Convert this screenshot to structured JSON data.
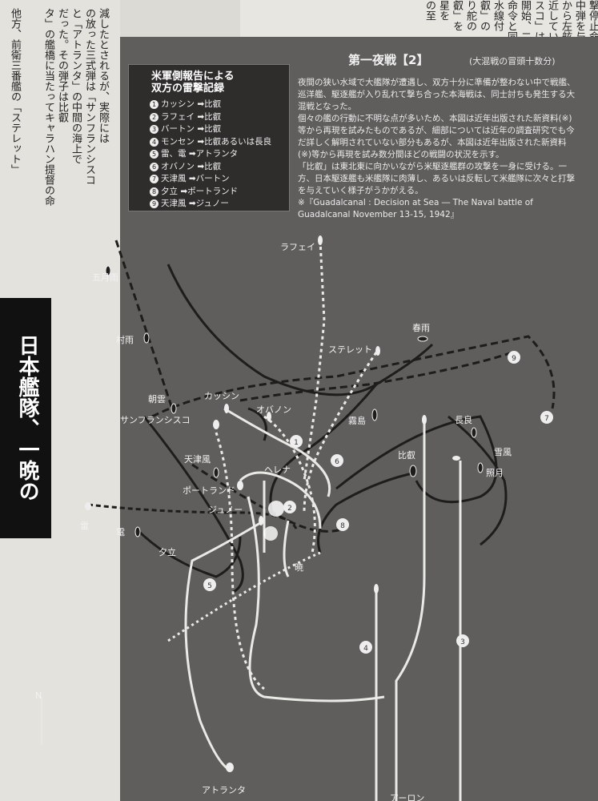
{
  "right_column_text": [
    "撃停止命令が出",
    "中弾を与える",
    "から左舷約",
    "近していた",
    "スコ」は、",
    "開始、二",
    "命令と同",
    "水線付",
    "叡」の",
    "り舵の",
    "叡」を",
    "星を",
    "の至"
  ],
  "left_column_text": [
    "減したとされるが、実際には",
    "の放った三式弾は「サンフランシスコ",
    "と「アトランタ」の中間の海上で",
    "だった。その弾子は比叡",
    "タ」の艦橋に当たってキャラハン提督の命",
    "他方、前衛三番艦の「ステレット」"
  ],
  "vertical_banner": "日本艦隊、一晩の",
  "title": "第一夜戦【2】",
  "title_sub": "(大混戦の冒頭十数分)",
  "description": [
    "夜間の狭い水域で大艦隊が遭遇し、双方十分に準備が整わない中で戦艦、巡洋艦、駆逐艦が入り乱れて撃ち合った本海戦は、同士討ちも発生する大混戦となった。",
    "個々の艦の行動に不明な点が多いため、本図は近年出版された新資料(※)等から再現を試みたものであるが、細部については近年の調査研究でも今だ詳しく解明されていない部分もあるが、本図は近年出版された新資料(※)等から再現を試み数分間ほどの戦闘の状況を示す。",
    "「比叡」は東北東に向かいながら米駆逐艦群の攻撃を一身に受ける。一方、日本駆逐艦も米艦隊に肉薄し、あるいは反転して米艦隊に次々と打撃を与えていく様子がうかがえる。",
    "※『Guadalcanal : Decision at Sea ― The Naval battle of Guadalcanal November 13-15, 1942』"
  ],
  "legend": {
    "title_line1": "米軍側報告による",
    "title_line2": "双方の雷撃記録",
    "items": [
      {
        "num": "1",
        "text": "カッシン ➡比叡"
      },
      {
        "num": "2",
        "text": "ラフェイ ➡比叡"
      },
      {
        "num": "3",
        "text": "バートン ➡比叡"
      },
      {
        "num": "4",
        "text": "モンセン ➡比叡あるいは長良"
      },
      {
        "num": "5",
        "text": "雷、電 ➡アトランタ"
      },
      {
        "num": "6",
        "text": "オバノン ➡比叡"
      },
      {
        "num": "7",
        "text": "天津風 ➡バートン"
      },
      {
        "num": "8",
        "text": "夕立 ➡ポートランド"
      },
      {
        "num": "9",
        "text": "天津風 ➡ジュノー"
      }
    ]
  },
  "ships": {
    "satsukiame": "五月雨",
    "murasame": "村雨",
    "asagumo": "朝雲",
    "sanfrancisco": "サンフランシスコ",
    "cassin": "カッシン",
    "obanon": "オバノン",
    "laffey": "ラフェイ",
    "sterett": "ステレット",
    "harusame": "春雨",
    "kirishima": "霧島",
    "nagara": "長良",
    "yukikaze": "雪風",
    "teruzuki": "照月",
    "hiei": "比叡",
    "amatsukaze": "天津風",
    "helena": "ヘレナ",
    "portland": "ポートランド",
    "juneau": "ジュノー",
    "ikazuchi": "雷",
    "inazuma": "電",
    "yudachi": "夕立",
    "akatsuki": "暁",
    "atlanta": "アトランタ",
    "aaron": "アーロン"
  },
  "north_mark": "N",
  "colors": {
    "panel": "#5f5e5c",
    "us_track": "#e9e9e6",
    "jp_track": "#1e1d1c"
  }
}
